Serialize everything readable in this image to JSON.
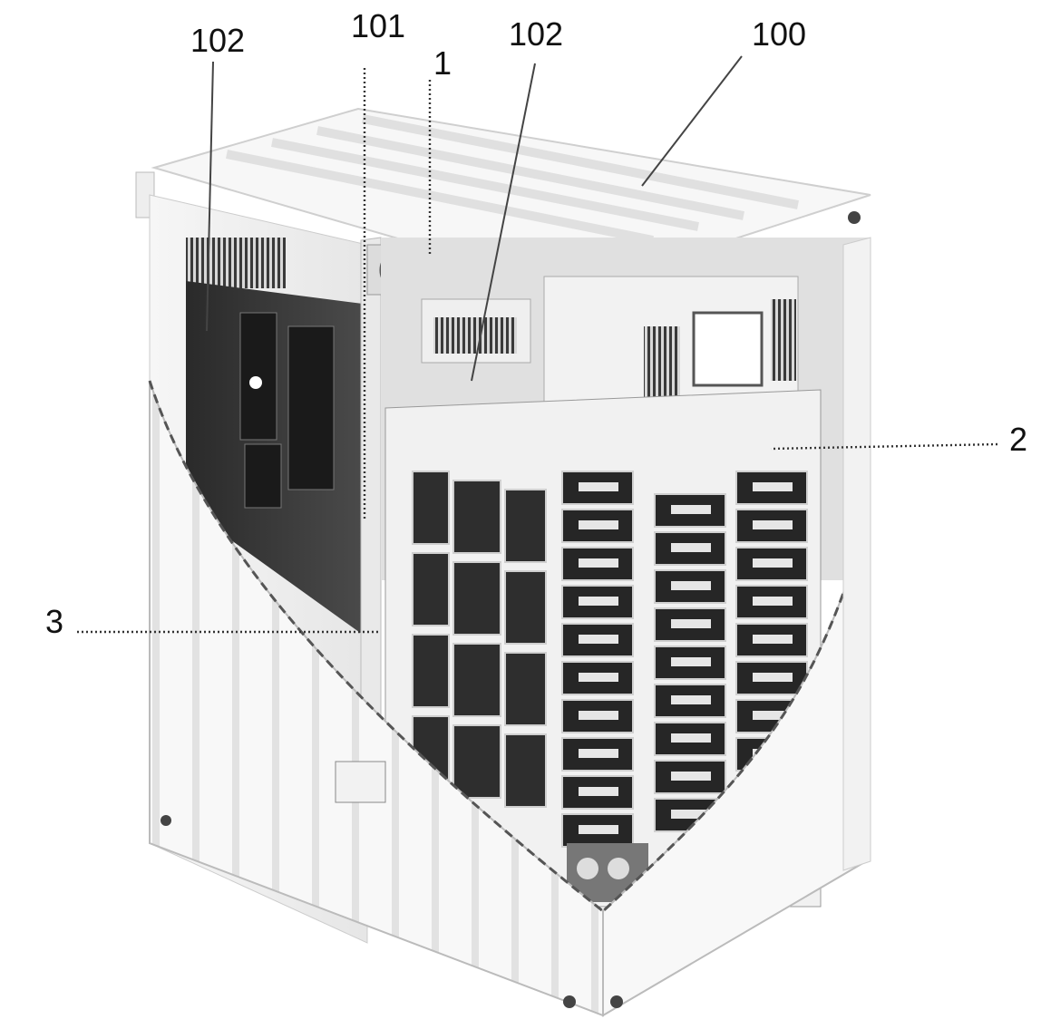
{
  "figure": {
    "reference_labels": {
      "container_side_vent_left": "102",
      "container_wall_section": "101",
      "fire_detector": "1",
      "container_side_vent_right": "102",
      "container": "100",
      "battery_rack": "2",
      "partition_plate": "3"
    }
  }
}
